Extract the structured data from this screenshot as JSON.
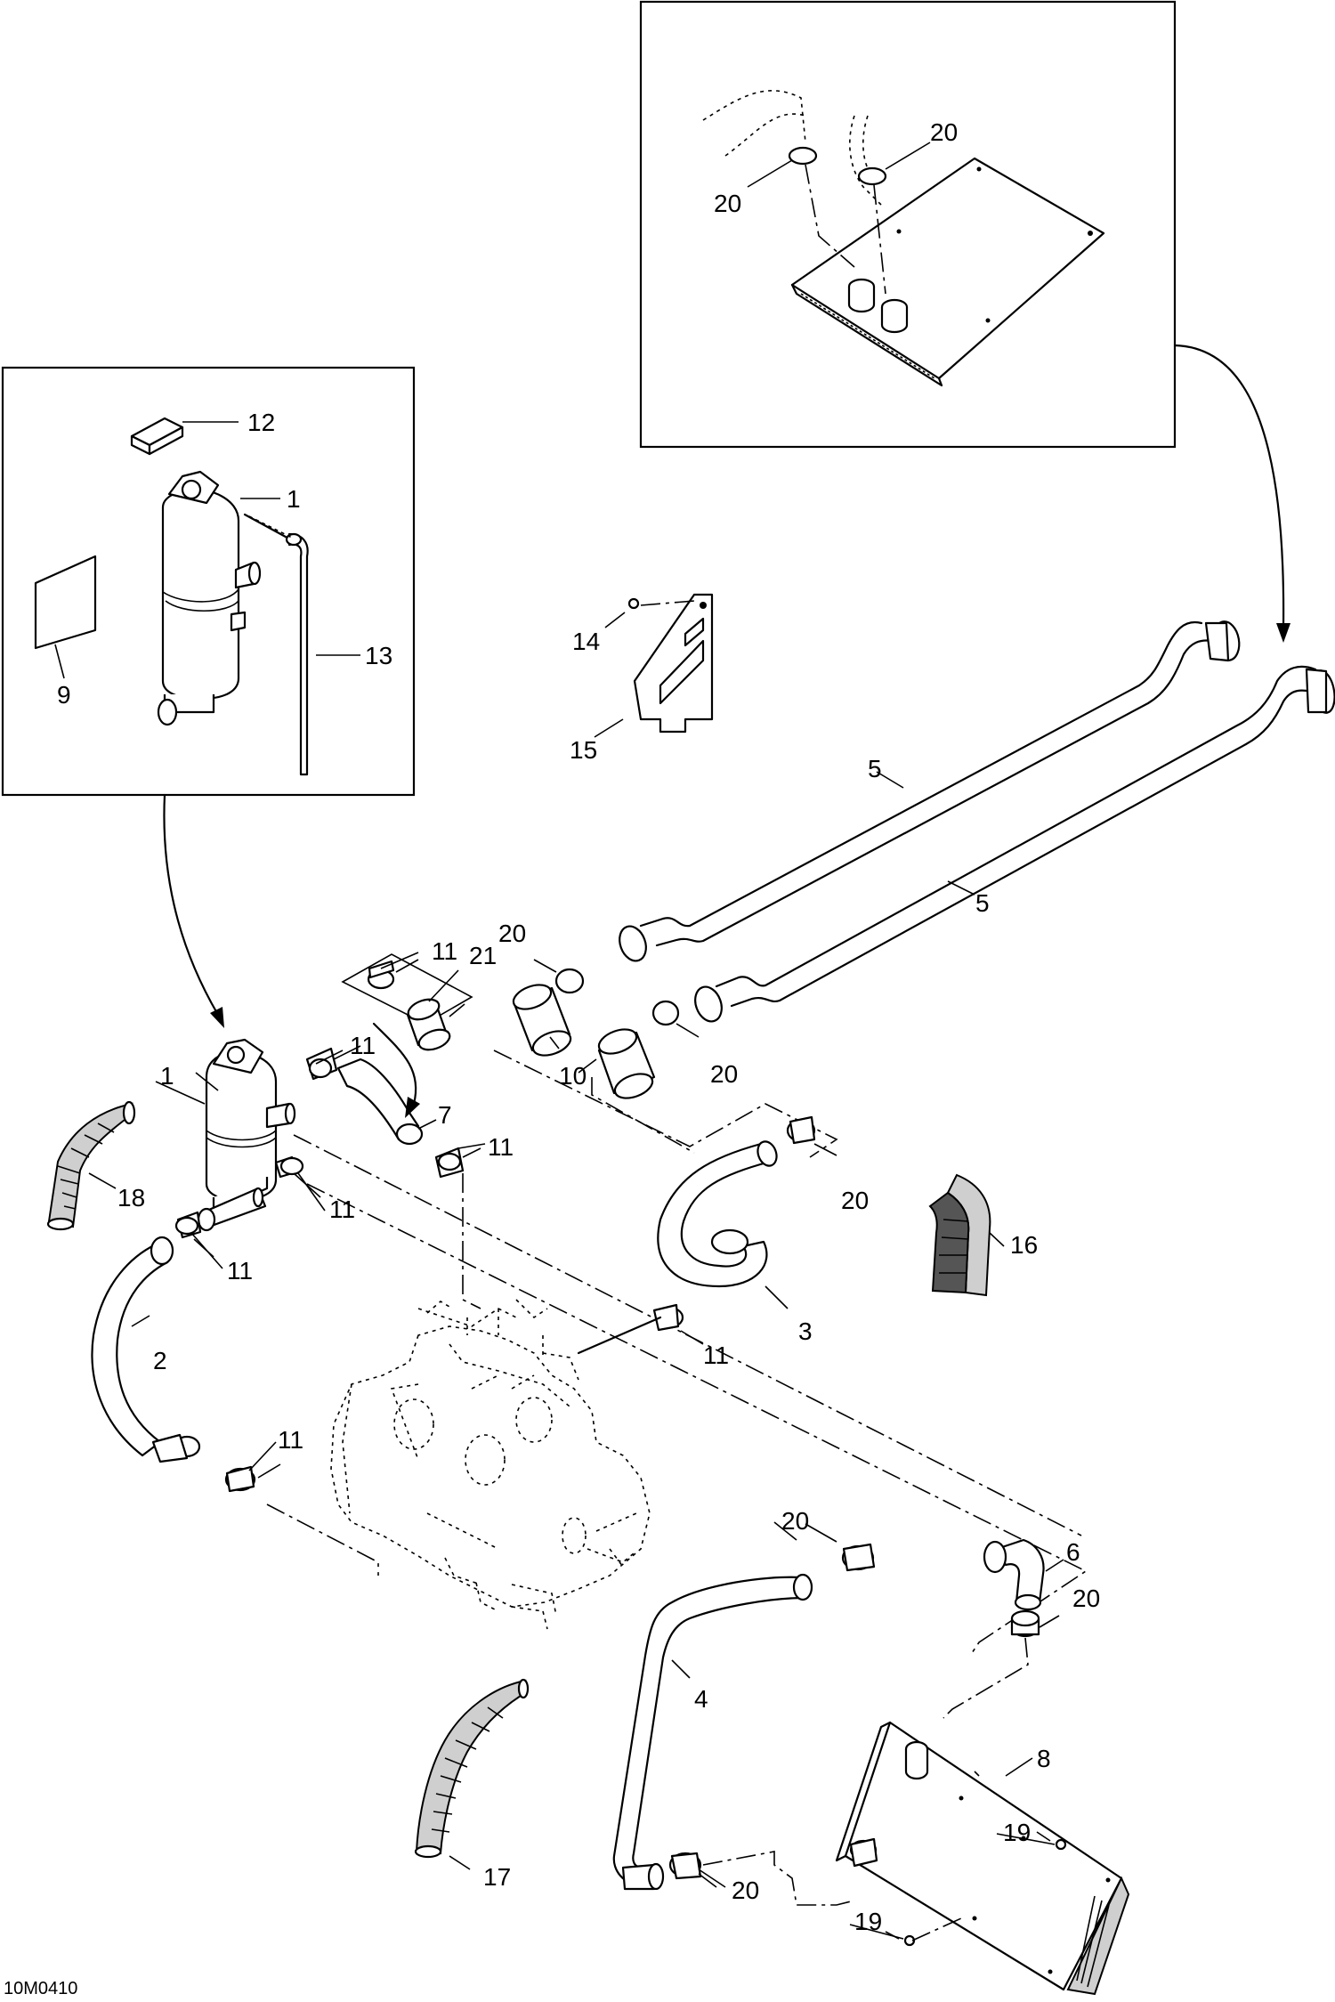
{
  "diagram": {
    "code": "10M0410",
    "callouts": {
      "c1a": "1",
      "c1b": "1",
      "c2": "2",
      "c3": "3",
      "c4": "4",
      "c5a": "5",
      "c5b": "5",
      "c6": "6",
      "c7": "7",
      "c8": "8",
      "c9": "9",
      "c10": "10",
      "c11a": "11",
      "c11b": "11",
      "c11c": "11",
      "c11d": "11",
      "c11e": "11",
      "c11f": "11",
      "c11g": "11",
      "c12": "12",
      "c13": "13",
      "c14": "14",
      "c15": "15",
      "c16": "16",
      "c17": "17",
      "c18": "18",
      "c19a": "19",
      "c19b": "19",
      "c20a": "20",
      "c20b": "20",
      "c20c": "20",
      "c20d": "20",
      "c20e": "20",
      "c20f": "20",
      "c20g": "20",
      "c20h": "20",
      "c21": "21"
    },
    "icons": [
      "coolant-reservoir-icon",
      "radiator-icon",
      "engine-icon",
      "hose-icon",
      "clamp-icon"
    ]
  }
}
